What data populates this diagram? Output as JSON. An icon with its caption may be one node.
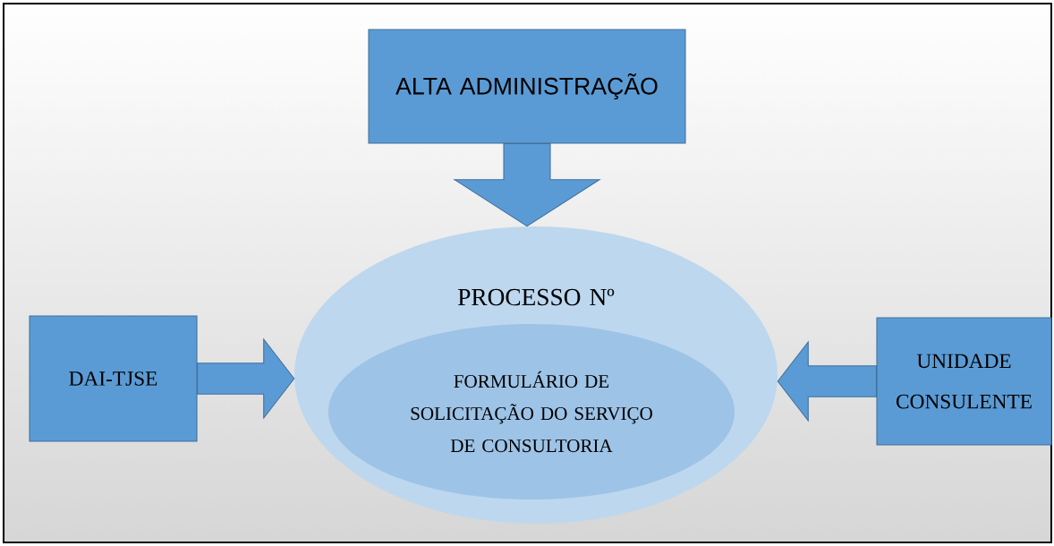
{
  "diagram": {
    "nodes": [
      {
        "text": [
          "ALTA ADMINISTRAÇÃO"
        ]
      },
      {
        "text": [
          "DAI-TJSE"
        ]
      },
      {
        "text": [
          "PROCESSO Nº"
        ]
      },
      {
        "text": [
          "FORMULÁRIO DE SOLICITAÇÃO DO SERVIÇO DE CONSULTORIA"
        ],
        "in": 2
      },
      {
        "text": [
          "UNIDADE CONSULENTE"
        ]
      }
    ],
    "edges": [
      {
        "from": 0,
        "to": 2,
        "arrow": "to"
      },
      {
        "from": 1,
        "to": 2,
        "arrow": "to"
      },
      {
        "from": 4,
        "to": 2,
        "arrow": "to"
      }
    ]
  }
}
